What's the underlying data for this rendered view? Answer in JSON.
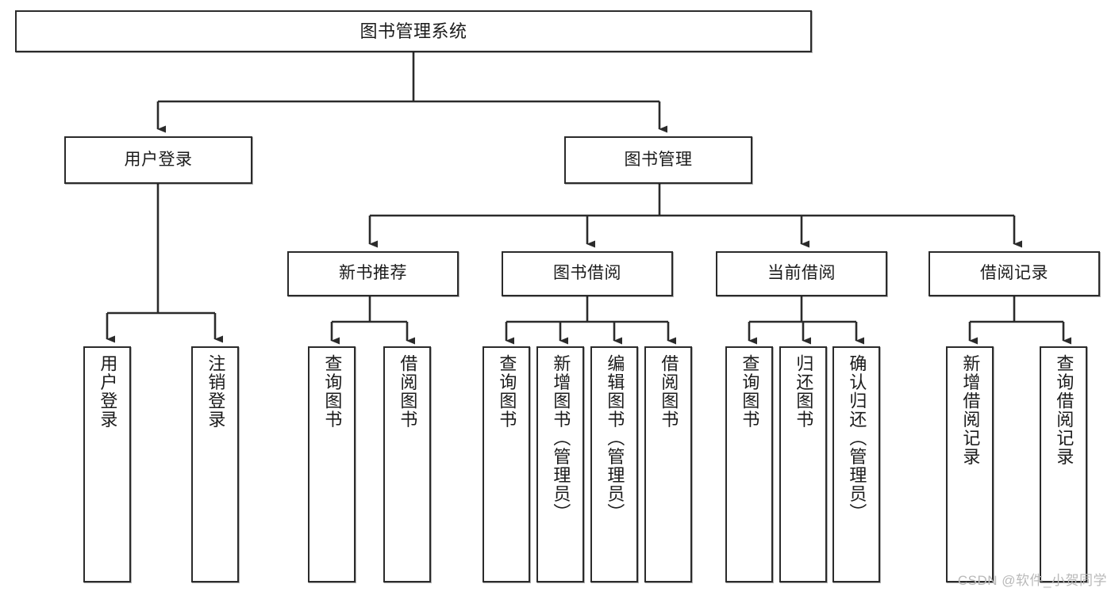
{
  "diagram": {
    "title": "图书管理系统",
    "type": "tree-hierarchy-chart",
    "colors": {
      "node_border": "#2b2b2b",
      "node_fill": "#ffffff",
      "connector": "#2b2b2b",
      "text": "#1b1b1b",
      "watermark": "#b9b9b9",
      "background": "#ffffff"
    },
    "root": {
      "label": "图书管理系统"
    },
    "level1": [
      {
        "label": "用户登录"
      },
      {
        "label": "图书管理"
      }
    ],
    "level2": [
      {
        "label": "新书推荐"
      },
      {
        "label": "图书借阅"
      },
      {
        "label": "当前借阅"
      },
      {
        "label": "借阅记录"
      }
    ],
    "leaves": {
      "user_login": [
        {
          "label": "用户登录"
        },
        {
          "label": "注销登录"
        }
      ],
      "new_book_recommend": [
        {
          "label": "查询图书"
        },
        {
          "label": "借阅图书"
        }
      ],
      "book_borrow": [
        {
          "label": "查询图书"
        },
        {
          "label": "新增图书（管理员）"
        },
        {
          "label": "编辑图书（管理员）"
        },
        {
          "label": "借阅图书"
        }
      ],
      "current_borrow": [
        {
          "label": "查询图书"
        },
        {
          "label": "归还图书"
        },
        {
          "label": "确认归还（管理员）"
        }
      ],
      "borrow_record": [
        {
          "label": "新增借阅记录"
        },
        {
          "label": "查询借阅记录"
        }
      ]
    }
  },
  "watermark": {
    "text": "CSDN @软件_小贺同学"
  }
}
